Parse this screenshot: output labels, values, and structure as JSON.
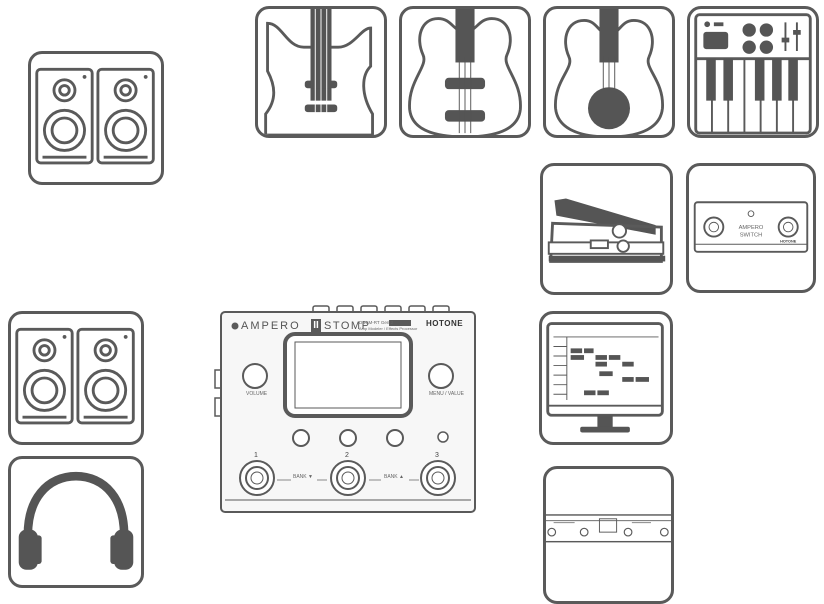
{
  "device": {
    "brand_logo": "AMPERO",
    "model": "STOMP",
    "model_numeral": "II",
    "spec_line1": "DDSM-RT Gen 2",
    "spec_line2": "Amp Modeler / Effects Processor",
    "maker": "HOTONE",
    "volume_label": "VOLUME",
    "menu_label": "MENU / VALUE",
    "footswitch_1": "1",
    "footswitch_2": "2",
    "footswitch_3": "3",
    "bank_down": "BANK ▼",
    "bank_up": "BANK ▲"
  },
  "switch_tile": {
    "logo_line1": "AMPERO",
    "logo_line2": "SWITCH",
    "maker": "HOTONE"
  },
  "icons": [
    "studio-monitors-icon",
    "electric-guitar-icon",
    "acoustic-guitar-icon",
    "classical-guitar-icon",
    "midi-keyboard-icon",
    "expression-pedal-icon",
    "footswitch-controller-icon",
    "computer-daw-icon",
    "rack-unit-icon",
    "headphones-icon"
  ],
  "colors": {
    "stroke": "#5a5a5a",
    "fill": "#555555",
    "device_bg": "#f7f7f7"
  }
}
